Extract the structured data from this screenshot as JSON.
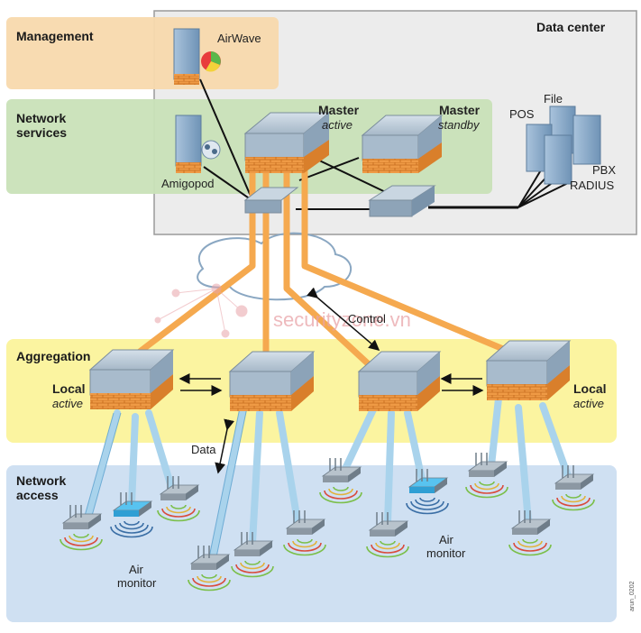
{
  "zones": {
    "management": "Management",
    "network_services_line1": "Network",
    "network_services_line2": "services",
    "data_center": "Data center",
    "aggregation": "Aggregation",
    "network_access_line1": "Network",
    "network_access_line2": "access"
  },
  "nodes": {
    "airwave": "AirWave",
    "amigopod": "Amigopod",
    "master_active_title": "Master",
    "master_active_state": "active",
    "master_standby_title": "Master",
    "master_standby_state": "standby",
    "servers": {
      "pos": "POS",
      "file": "File",
      "pbx": "PBX",
      "radius": "RADIUS"
    },
    "local_left_title": "Local",
    "local_left_state": "active",
    "local_right_title": "Local",
    "local_right_state": "active",
    "air_monitor_left_line1": "Air",
    "air_monitor_left_line2": "monitor",
    "air_monitor_right_line1": "Air",
    "air_monitor_right_line2": "monitor"
  },
  "links": {
    "control": "Control",
    "data": "Data"
  },
  "watermark": "securityzone.vn",
  "figure_code": "arun_0202",
  "colors": {
    "management_zone": "#f8d9ad",
    "services_zone": "#c9e2b8",
    "datacenter_zone": "#ebebeb",
    "aggregation_zone": "#fbf4a0",
    "access_zone": "#cfe0f2",
    "orange_tunnel": "#f5a94f",
    "blue_link": "#a9d3ec",
    "switch_top": "#b9c9d6",
    "firewall_brick": "#e98d35"
  }
}
